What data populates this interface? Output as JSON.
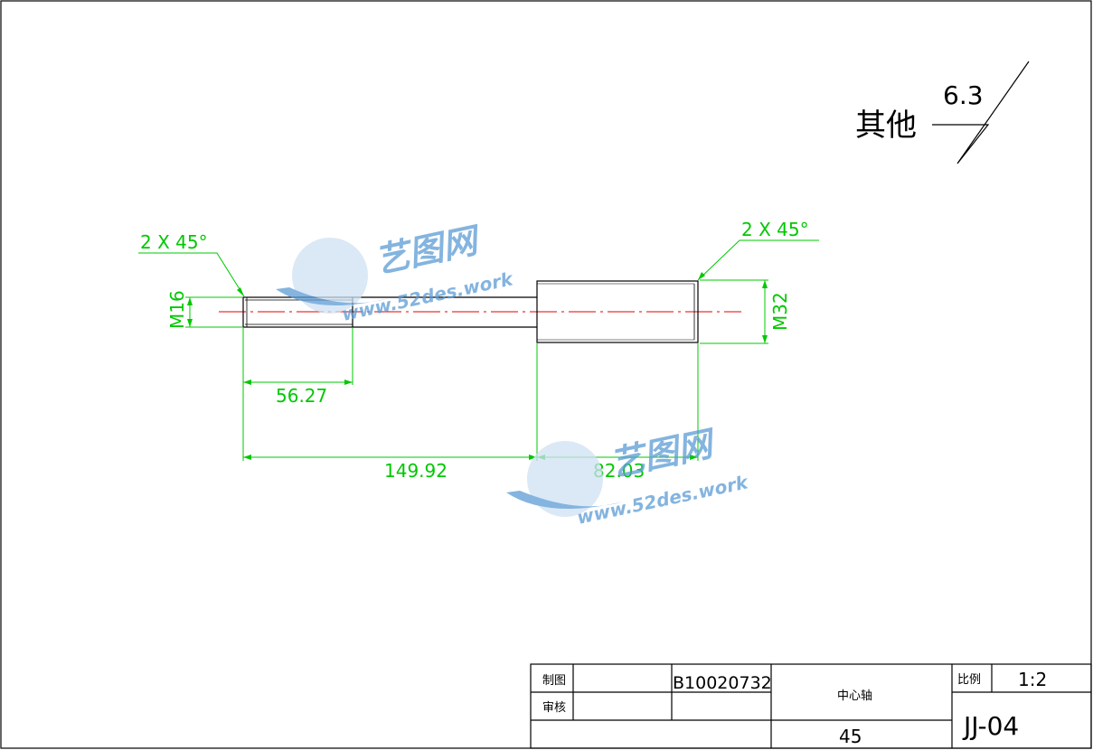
{
  "roughness": {
    "label": "其他",
    "value": "6.3"
  },
  "dimensions": {
    "left_chamfer": "2 X 45°",
    "right_chamfer": "2 X 45°",
    "left_thread": "M16",
    "right_thread": "M32",
    "thread_length": "56.27",
    "total_span": "149.92",
    "large_section_length": "82.03"
  },
  "title_block": {
    "drawn_label": "制图",
    "checked_label": "审核",
    "drawing_code": "B10020732",
    "part_name": "中心轴",
    "material": "45",
    "scale_label": "比例",
    "scale_value": "1:2",
    "drawing_number": "JJ-04"
  },
  "watermark": {
    "brand": "艺图网",
    "url": "www.52des.work"
  },
  "colors": {
    "geometry": "#000000",
    "dimension": "#00c800",
    "centerline": "#e00000",
    "watermark": "#5b9bd5"
  }
}
